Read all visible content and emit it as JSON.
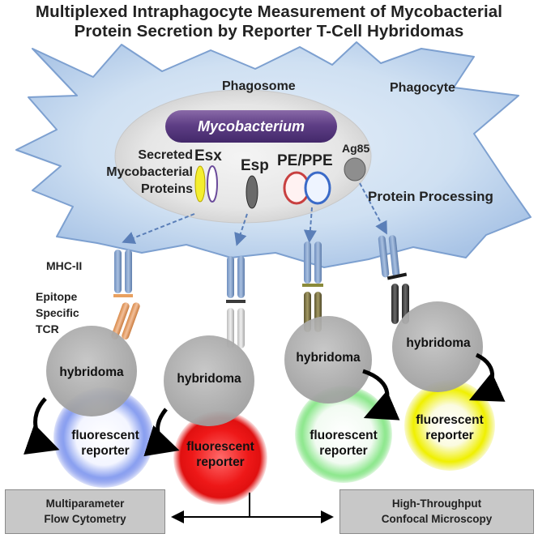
{
  "title": {
    "line1": "Multiplexed Intraphagocyte Measurement of Mycobacterial",
    "line2": "Protein Secretion by Reporter T-Cell Hybridomas"
  },
  "labels": {
    "phagosome": "Phagosome",
    "phagocyte": "Phagocyte",
    "mycobacterium": "Mycobacterium",
    "secreted_line1": "Secreted",
    "secreted_line2": "Mycobacterial",
    "secreted_line3": "Proteins",
    "esx": "Esx",
    "esp": "Esp",
    "pe_ppe": "PE/PPE",
    "ag85": "Ag85",
    "protein_processing": "Protein Processing",
    "mhc": "MHC-II",
    "epitope_line1": "Epitope",
    "epitope_line2": "Specific",
    "epitope_line3": "TCR"
  },
  "cells": [
    {
      "hybridoma": "hybridoma",
      "reporter_line1": "fluorescent",
      "reporter_line2": "reporter",
      "color": "#2f4fe0"
    },
    {
      "hybridoma": "hybridoma",
      "reporter_line1": "fluorescent",
      "reporter_line2": "reporter",
      "color": "#e01010"
    },
    {
      "hybridoma": "hybridoma",
      "reporter_line1": "fluorescent",
      "reporter_line2": "reporter",
      "color": "#3ed23e"
    },
    {
      "hybridoma": "hybridoma",
      "reporter_line1": "fluorescent",
      "reporter_line2": "reporter",
      "color": "#e6e600"
    }
  ],
  "bottom": {
    "left_line1": "Multiparameter",
    "left_line2": "Flow Cytometry",
    "right_line1": "High-Throughput",
    "right_line2": "Confocal Microscopy"
  }
}
